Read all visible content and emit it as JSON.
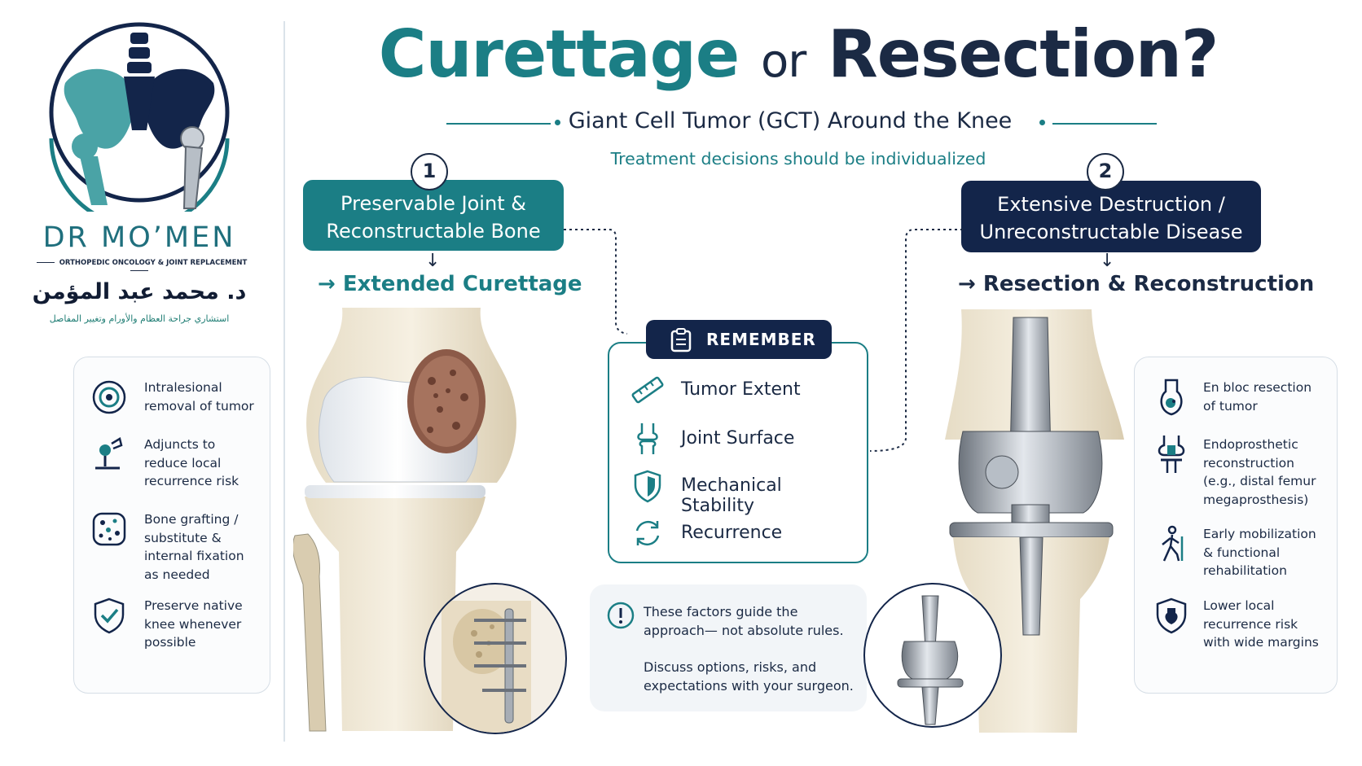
{
  "brand": {
    "name": "DR MO’MEN",
    "tagline": "ORTHOPEDIC ONCOLOGY & JOINT REPLACEMENT",
    "arabic_name": "د. محمد عبد المؤمن",
    "arabic_subtitle": "استشاري جراحة العظام والأورام وتغيير المفاصل",
    "colors": {
      "teal": "#1b7e85",
      "navy": "#13254a"
    }
  },
  "header": {
    "title_part1": "Curettage",
    "title_part2": "or",
    "title_part3": "Resection?",
    "subtitle": "Giant Cell Tumor (GCT) Around the Knee",
    "tagline": "Treatment decisions should be individualized"
  },
  "option1": {
    "number": "1",
    "condition_line1": "Preservable Joint &",
    "condition_line2": "Reconstructable Bone",
    "result": "→ Extended Curettage",
    "items": [
      {
        "icon": "target-icon",
        "text": "Intralesional removal of tumor"
      },
      {
        "icon": "dropper-icon",
        "text": "Adjuncts to reduce local recurrence risk"
      },
      {
        "icon": "graft-icon",
        "text": "Bone grafting / substitute & internal fixation as needed"
      },
      {
        "icon": "shield-check-icon",
        "text": "Preserve native knee whenever possible"
      }
    ]
  },
  "option2": {
    "number": "2",
    "condition_line1": "Extensive Destruction /",
    "condition_line2": "Unreconstructable Disease",
    "result": "→ Resection & Reconstruction",
    "items": [
      {
        "icon": "bone-tumor-icon",
        "text": "En bloc resection of tumor"
      },
      {
        "icon": "prosthesis-icon",
        "text": "Endoprosthetic reconstruction (e.g., distal femur megaprosthesis)"
      },
      {
        "icon": "walking-person-icon",
        "text": "Early mobilization & functional rehabilitation"
      },
      {
        "icon": "shield-bone-icon",
        "text": "Lower local recurrence risk with wide margins"
      }
    ]
  },
  "remember": {
    "heading": "REMEMBER",
    "items": [
      {
        "icon": "ruler-icon",
        "text": "Tumor Extent"
      },
      {
        "icon": "joint-icon",
        "text": "Joint Surface"
      },
      {
        "icon": "shield-icon",
        "text": "Mechanical Stability"
      },
      {
        "icon": "recurrence-icon",
        "text": "Recurrence"
      }
    ]
  },
  "note": {
    "line1": "These factors guide the approach— not absolute rules.",
    "line2": "Discuss options, risks, and expectations with your surgeon."
  }
}
